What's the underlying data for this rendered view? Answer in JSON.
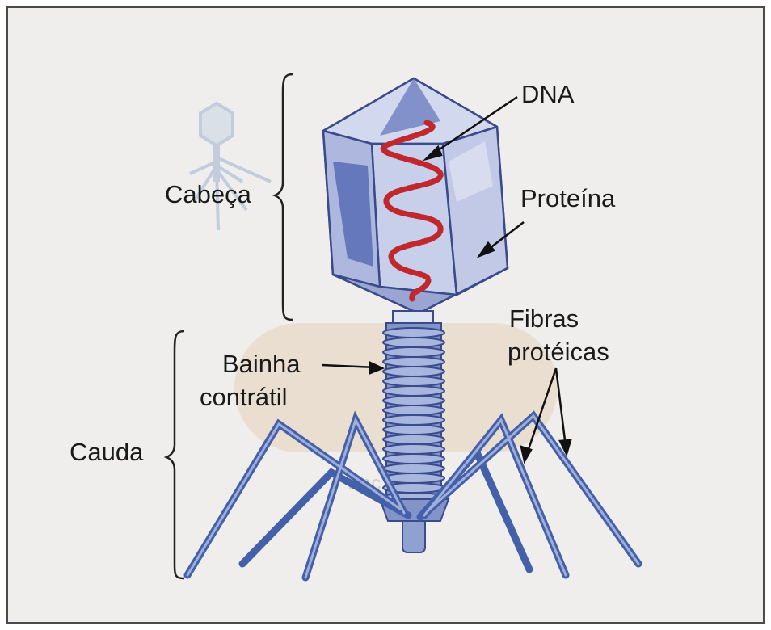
{
  "labels": {
    "dna": "DNA",
    "proteina": "Proteína",
    "cabeca": "Cabeça",
    "fibras_line1": "Fibras",
    "fibras_line2": "protéicas",
    "bainha_line1": "Bainha",
    "bainha_line2": "contrátil",
    "cauda": "Cauda",
    "watermark": "Bac"
  },
  "colors": {
    "panel_bg": "#efeeec",
    "border": "#4a4a4a",
    "head_face_light": "#bfc6e3",
    "head_face_mid": "#9aa5d4",
    "head_face_dark": "#4d63b0",
    "head_outline": "#3a4a8a",
    "dna_red": "#c0282e",
    "tail_blue": "#5a74b8",
    "fiber_blue": "#4460a8",
    "bacterium_tan": "#e8dccd",
    "ghost_phage": "#b8c8dc",
    "arrow": "#111111"
  }
}
